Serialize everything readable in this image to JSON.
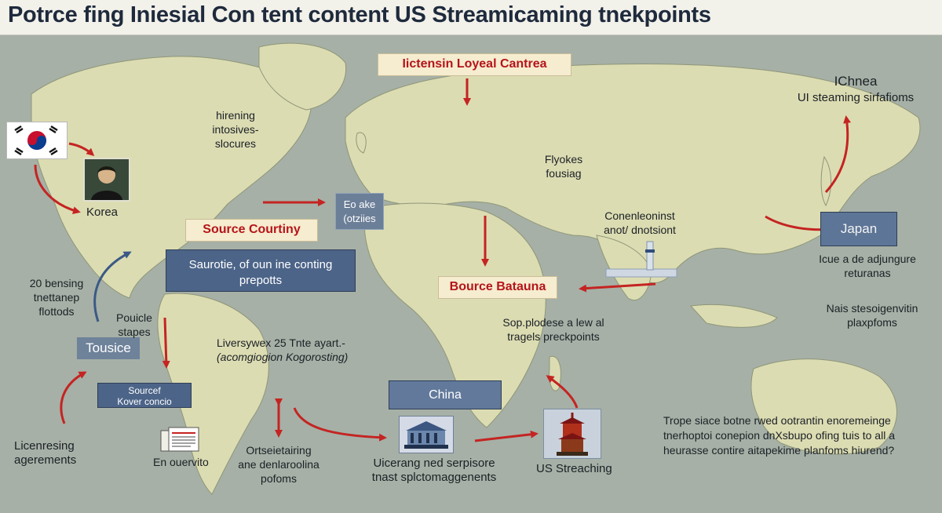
{
  "title": "Potrce fing Iniesial Con tent  content US Streamicaming tnekpoints",
  "colors": {
    "background": "#a6b0a6",
    "land": "#dcdcb2",
    "title_bar": "#f2f1ea",
    "arrow": "#c42422",
    "arrow_blue": "#3a5a86",
    "box_blue": "#4c6488",
    "box_cream": "#f6eccf"
  },
  "boxes": {
    "licensing_central": "Iictensin Loyeal Cantrea",
    "source_country": "Source Courtiny",
    "source_of_content": [
      "Saurotie, of oun ine conting",
      "prepotts"
    ],
    "source_batauna": "Bource Batauna",
    "eaake": [
      "Eo ake",
      "(otziies"
    ],
    "tousice": "Tousice",
    "source_kover": [
      "Sourcef",
      "Kover concio"
    ],
    "china": "China",
    "japan": "Japan"
  },
  "labels": {
    "korea": "Korea",
    "china_top": [
      "IChnea",
      "UI steaming sirfafioms"
    ],
    "hirening": [
      "hirening",
      "intosives-",
      "slocures"
    ],
    "flyokes": [
      "Flyokes",
      "fousiag"
    ],
    "conenleoninst": [
      "Conenleoninst",
      "anot/ dnotsiont"
    ],
    "twenty_bensing": [
      "20 bensing",
      "tnettanep",
      "flottods"
    ],
    "pouicle": [
      "Pouicle",
      "stapes"
    ],
    "liversywex": [
      "Liversywex 25 Tnte ayart.-",
      "(acomgiogion Kogorosting)"
    ],
    "sop_plodese": [
      "Sop.plodese a lew al",
      "tragels preckpoints"
    ],
    "icue": [
      "Icue a de adjungure",
      "returanas"
    ],
    "nais": [
      "Nais stesoigenvitin",
      "plaxpfoms"
    ],
    "licenresing": [
      "Licenresing",
      "agerements"
    ],
    "en_ouervito": "En ouervito",
    "ortseietairing": [
      "Ortseietairing",
      "ane denlaroolina",
      "pofoms"
    ],
    "uicerang": [
      "Uicerang ned serpisore",
      "tnast splctomaggenents"
    ],
    "us_streaching": "US Streaching",
    "trope": [
      "Trope siace botne rwed ootrantin enoremeinge",
      "tnerhoptoi conepion dnXsbupo ofing tuis to all a",
      "heurasse contire aitapekime planfoms hiurend?"
    ]
  },
  "icons": {
    "korea_flag": "korea-flag-icon",
    "portrait": "portrait-icon",
    "building": "government-building-icon",
    "docs": "documents-icon",
    "temple": "temple-icon",
    "tower": "tower-icon"
  }
}
